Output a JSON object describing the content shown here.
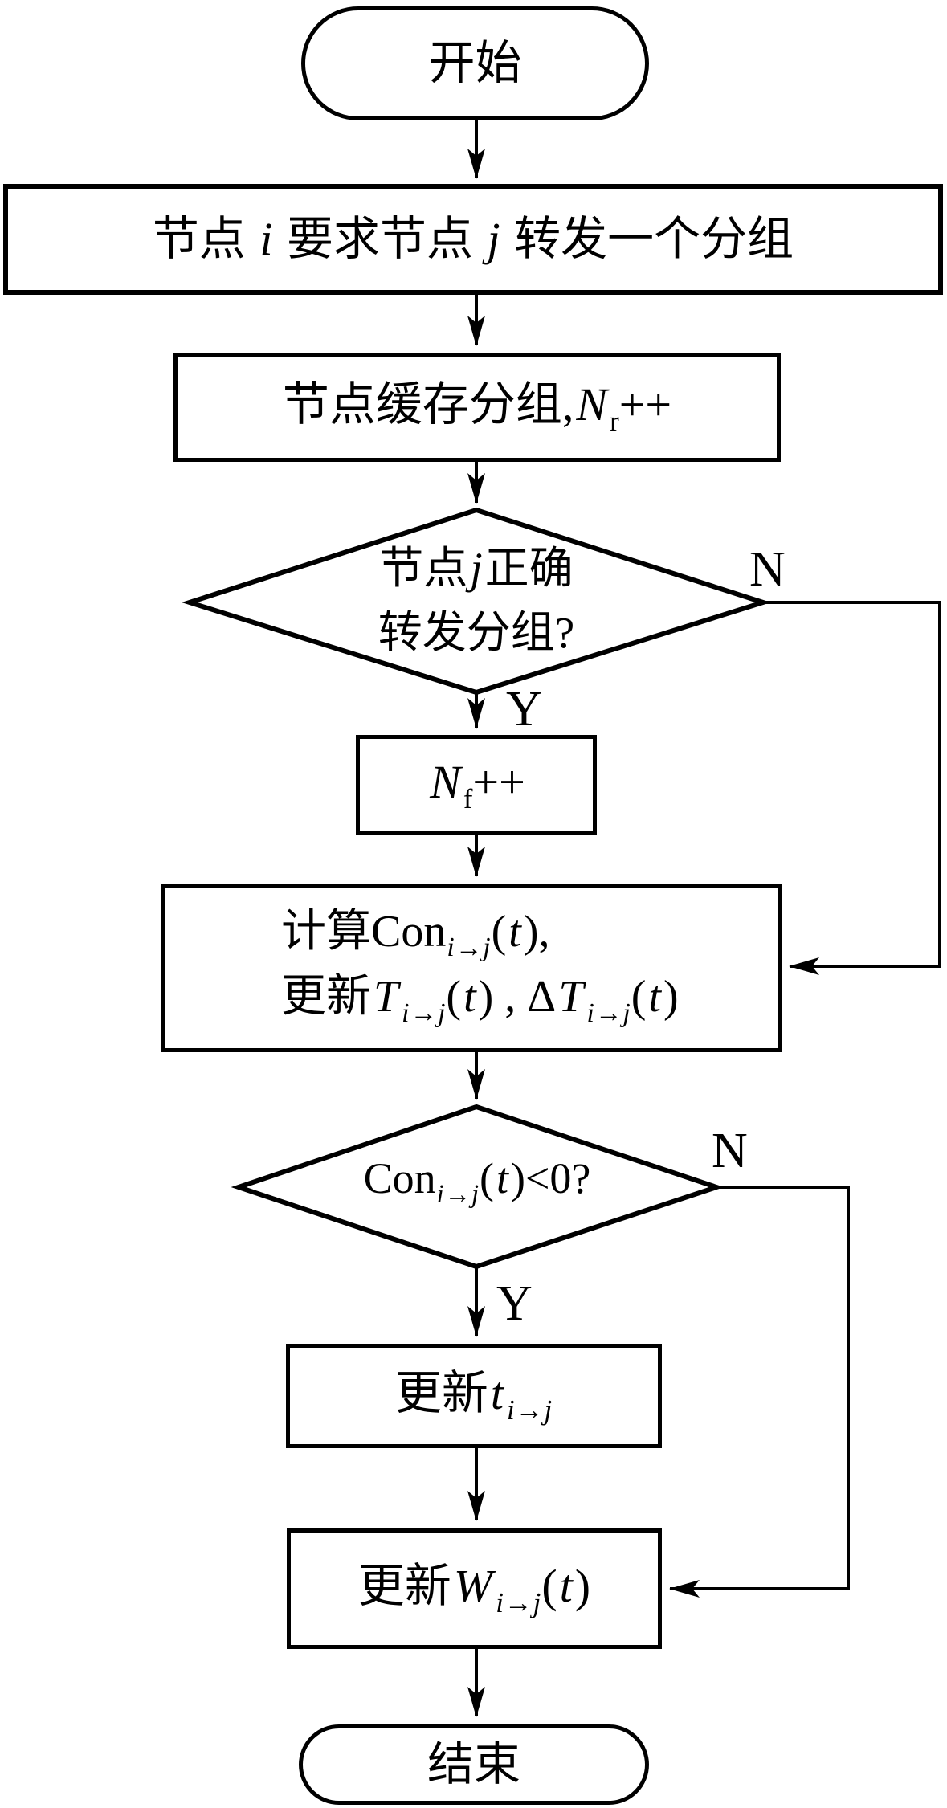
{
  "flowchart": {
    "colors": {
      "stroke": "#000000",
      "background": "#ffffff",
      "text": "#000000"
    },
    "branch_labels": {
      "yes": "Y",
      "no": "N"
    },
    "nodes": {
      "start": {
        "type": "terminator",
        "label": "开始"
      },
      "request_forward": {
        "type": "process",
        "segments": [
          {
            "t": "节点 "
          },
          {
            "t": "i",
            "it": true
          },
          {
            "t": " 要求节点 "
          },
          {
            "t": "j",
            "it": true
          },
          {
            "t": " 转发一个分组"
          }
        ]
      },
      "cache_packet": {
        "type": "process",
        "segments": [
          {
            "t": "节点缓存分组,"
          },
          {
            "t": "N",
            "it": true
          },
          {
            "t": "r",
            "sub": true
          },
          {
            "t": "++"
          }
        ]
      },
      "forward_correct_decision": {
        "type": "decision",
        "line1": [
          {
            "t": "节点"
          },
          {
            "t": "j",
            "it": true
          },
          {
            "t": "正确"
          }
        ],
        "line2": [
          {
            "t": "转发分组?"
          }
        ]
      },
      "nf_increment": {
        "type": "process",
        "segments": [
          {
            "t": "N",
            "it": true
          },
          {
            "t": "f",
            "sub": true
          },
          {
            "t": "++"
          }
        ]
      },
      "calc_update": {
        "type": "process",
        "line1": [
          {
            "t": "计算"
          },
          {
            "t": "Con"
          },
          {
            "t": "i",
            "it": true,
            "sub": true
          },
          {
            "t": "→",
            "sub": true
          },
          {
            "t": "j",
            "it": true,
            "sub": true
          },
          {
            "t": "("
          },
          {
            "t": "t",
            "it": true
          },
          {
            "t": "),"
          }
        ],
        "line2": [
          {
            "t": "更新"
          },
          {
            "t": "T",
            "it": true
          },
          {
            "t": "i",
            "it": true,
            "sub": true
          },
          {
            "t": "→",
            "sub": true
          },
          {
            "t": "j",
            "it": true,
            "sub": true
          },
          {
            "t": "("
          },
          {
            "t": "t",
            "it": true
          },
          {
            "t": ") , Δ"
          },
          {
            "t": "T",
            "it": true
          },
          {
            "t": "i",
            "it": true,
            "sub": true
          },
          {
            "t": "→",
            "sub": true
          },
          {
            "t": "j",
            "it": true,
            "sub": true
          },
          {
            "t": "("
          },
          {
            "t": "t",
            "it": true
          },
          {
            "t": ")"
          }
        ]
      },
      "con_negative_decision": {
        "type": "decision",
        "segments": [
          {
            "t": "Con"
          },
          {
            "t": "i",
            "it": true,
            "sub": true
          },
          {
            "t": "→",
            "sub": true
          },
          {
            "t": "j",
            "it": true,
            "sub": true
          },
          {
            "t": "("
          },
          {
            "t": "t",
            "it": true
          },
          {
            "t": ")<0?"
          }
        ]
      },
      "update_t": {
        "type": "process",
        "segments": [
          {
            "t": "更新"
          },
          {
            "t": "t",
            "it": true
          },
          {
            "t": "i",
            "it": true,
            "sub": true
          },
          {
            "t": "→",
            "sub": true
          },
          {
            "t": "j",
            "it": true,
            "sub": true
          }
        ]
      },
      "update_w": {
        "type": "process",
        "segments": [
          {
            "t": "更新"
          },
          {
            "t": "W",
            "it": true
          },
          {
            "t": "i",
            "it": true,
            "sub": true
          },
          {
            "t": "→",
            "sub": true
          },
          {
            "t": "j",
            "it": true,
            "sub": true
          },
          {
            "t": "("
          },
          {
            "t": "t",
            "it": true
          },
          {
            "t": ")"
          }
        ]
      },
      "end": {
        "type": "terminator",
        "label": "结束"
      }
    }
  }
}
